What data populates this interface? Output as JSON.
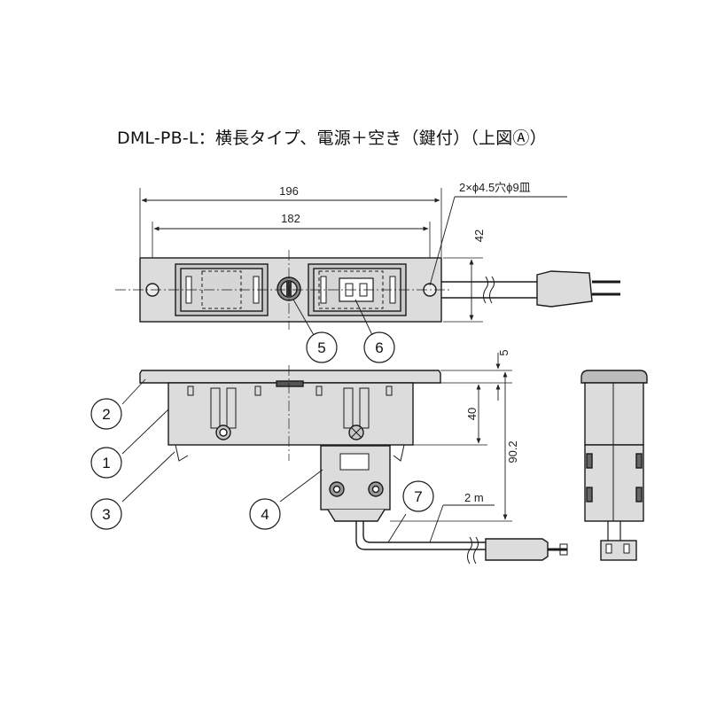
{
  "title": "DML-PB-L：横長タイプ、電源＋空き（鍵付）（上図Ⓐ）",
  "dimensions": {
    "overall_width": "196",
    "hole_pitch": "182",
    "height_top": "42",
    "hole_note": "2×ϕ4.5穴ϕ9皿",
    "flange_thickness": "5",
    "body_depth": "40",
    "total_depth": "90.2",
    "cord_length": "2 m"
  },
  "callouts": [
    "1",
    "2",
    "3",
    "4",
    "5",
    "6",
    "7"
  ],
  "colors": {
    "part_fill": "#dcdcdc",
    "dark_fill": "#9a9a9a",
    "line": "#1a1a1a"
  }
}
